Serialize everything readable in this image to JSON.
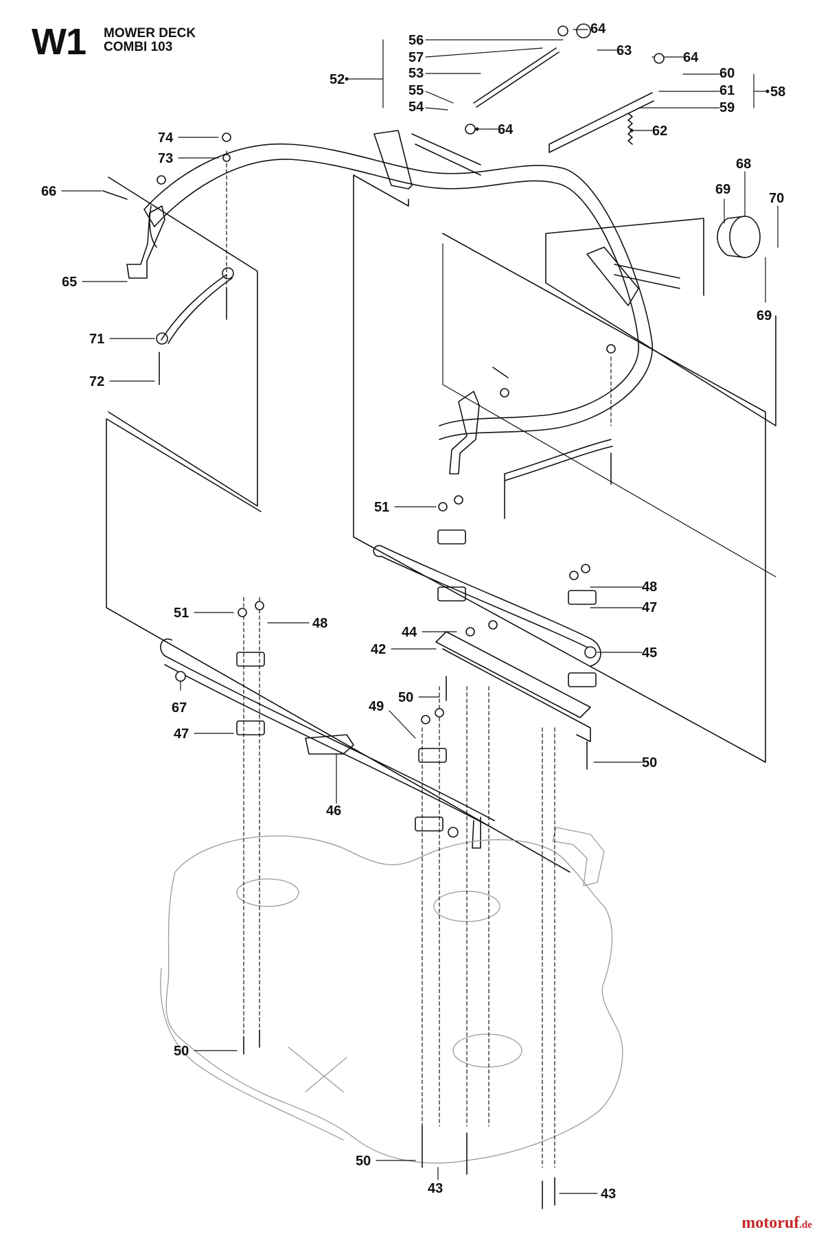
{
  "header": {
    "code": "W1",
    "line1": "MOWER DECK",
    "line2": "COMBI 103"
  },
  "watermark": {
    "part1": "motoruf",
    "part2": ".de"
  },
  "callouts": [
    {
      "id": "64"
    },
    {
      "id": "56"
    },
    {
      "id": "63"
    },
    {
      "id": "57"
    },
    {
      "id": "53"
    },
    {
      "id": "52"
    },
    {
      "id": "55"
    },
    {
      "id": "54"
    },
    {
      "id": "64"
    },
    {
      "id": "64"
    },
    {
      "id": "60"
    },
    {
      "id": "61"
    },
    {
      "id": "58"
    },
    {
      "id": "59"
    },
    {
      "id": "62"
    },
    {
      "id": "74"
    },
    {
      "id": "73"
    },
    {
      "id": "66"
    },
    {
      "id": "65"
    },
    {
      "id": "71"
    },
    {
      "id": "72"
    },
    {
      "id": "68"
    },
    {
      "id": "69"
    },
    {
      "id": "70"
    },
    {
      "id": "69"
    },
    {
      "id": "51"
    },
    {
      "id": "48"
    },
    {
      "id": "47"
    },
    {
      "id": "44"
    },
    {
      "id": "42"
    },
    {
      "id": "45"
    },
    {
      "id": "51"
    },
    {
      "id": "48"
    },
    {
      "id": "67"
    },
    {
      "id": "50"
    },
    {
      "id": "49"
    },
    {
      "id": "47"
    },
    {
      "id": "50"
    },
    {
      "id": "46"
    },
    {
      "id": "50"
    },
    {
      "id": "50"
    },
    {
      "id": "43"
    },
    {
      "id": "43"
    }
  ]
}
